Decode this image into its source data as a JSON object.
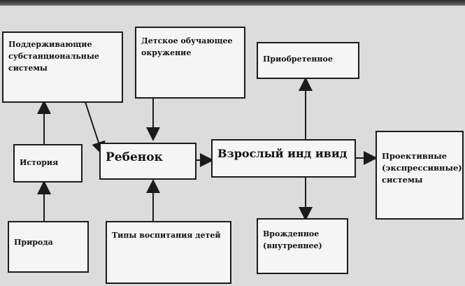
{
  "nodes": {
    "supporting": "Поддерживающие субстанциональные системы",
    "environment": "Детское обучающее окружение",
    "acquired": "Приобретенное",
    "history": "История",
    "child": "Ребенок",
    "adult": "Взрослый инд ивид",
    "projective": "Проективные (экспрессивные) системы",
    "nature": "Природа",
    "upbringing": "Типы воспитания детей",
    "innate": "Врожденное (внутреннее)"
  }
}
